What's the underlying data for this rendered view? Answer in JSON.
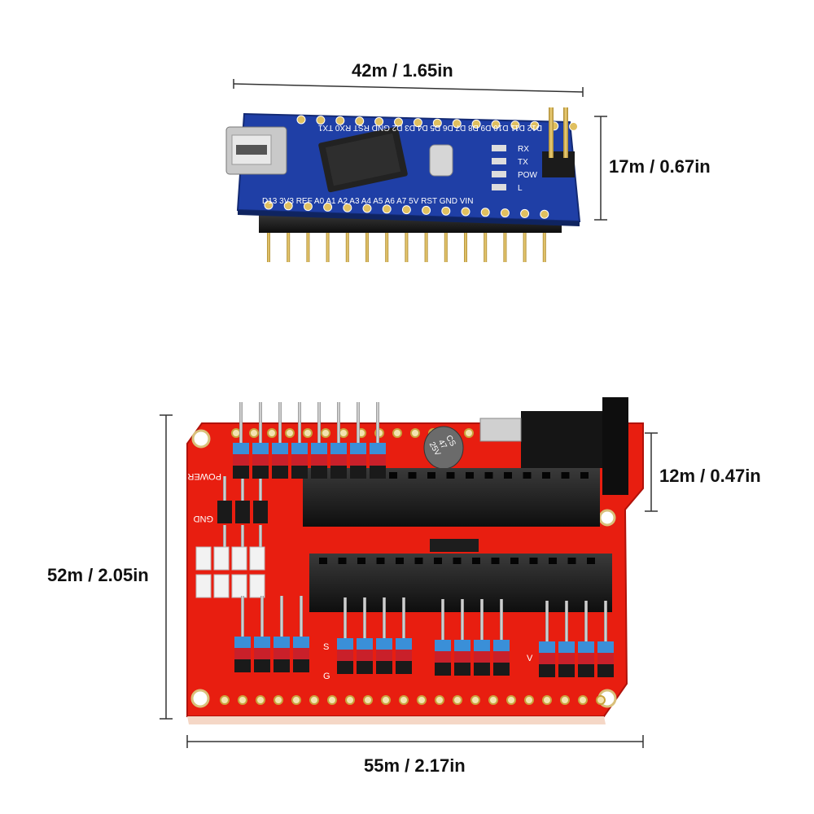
{
  "dimensions": {
    "nano_width": "42m / 1.65in",
    "nano_height": "17m / 0.67in",
    "shield_header_height": "12m / 0.47in",
    "shield_height": "52m / 2.05in",
    "shield_width": "55m / 2.17in"
  },
  "nano_board": {
    "top_pins": "D12 D11 D10 D9 D8 D7 D6 D5 D4 D3 D2 GND RST RX0 TX1",
    "bottom_pins": "D13 3V3 REF A0 A1 A2 A3 A4 A5 A6 A7 5V RST GND VIN",
    "leds": [
      "RX",
      "TX",
      "POW",
      "L"
    ]
  },
  "shield_board": {
    "capacitor": [
      "CS",
      "47",
      "25V"
    ],
    "labels": [
      "POWER",
      "GND",
      "S",
      "V",
      "G"
    ]
  },
  "colors": {
    "nano_pcb": "#1f3fa6",
    "shield_pcb": "#e81e10",
    "header_black": "#1a1a1a",
    "pin_gold": "#d9b24a"
  }
}
